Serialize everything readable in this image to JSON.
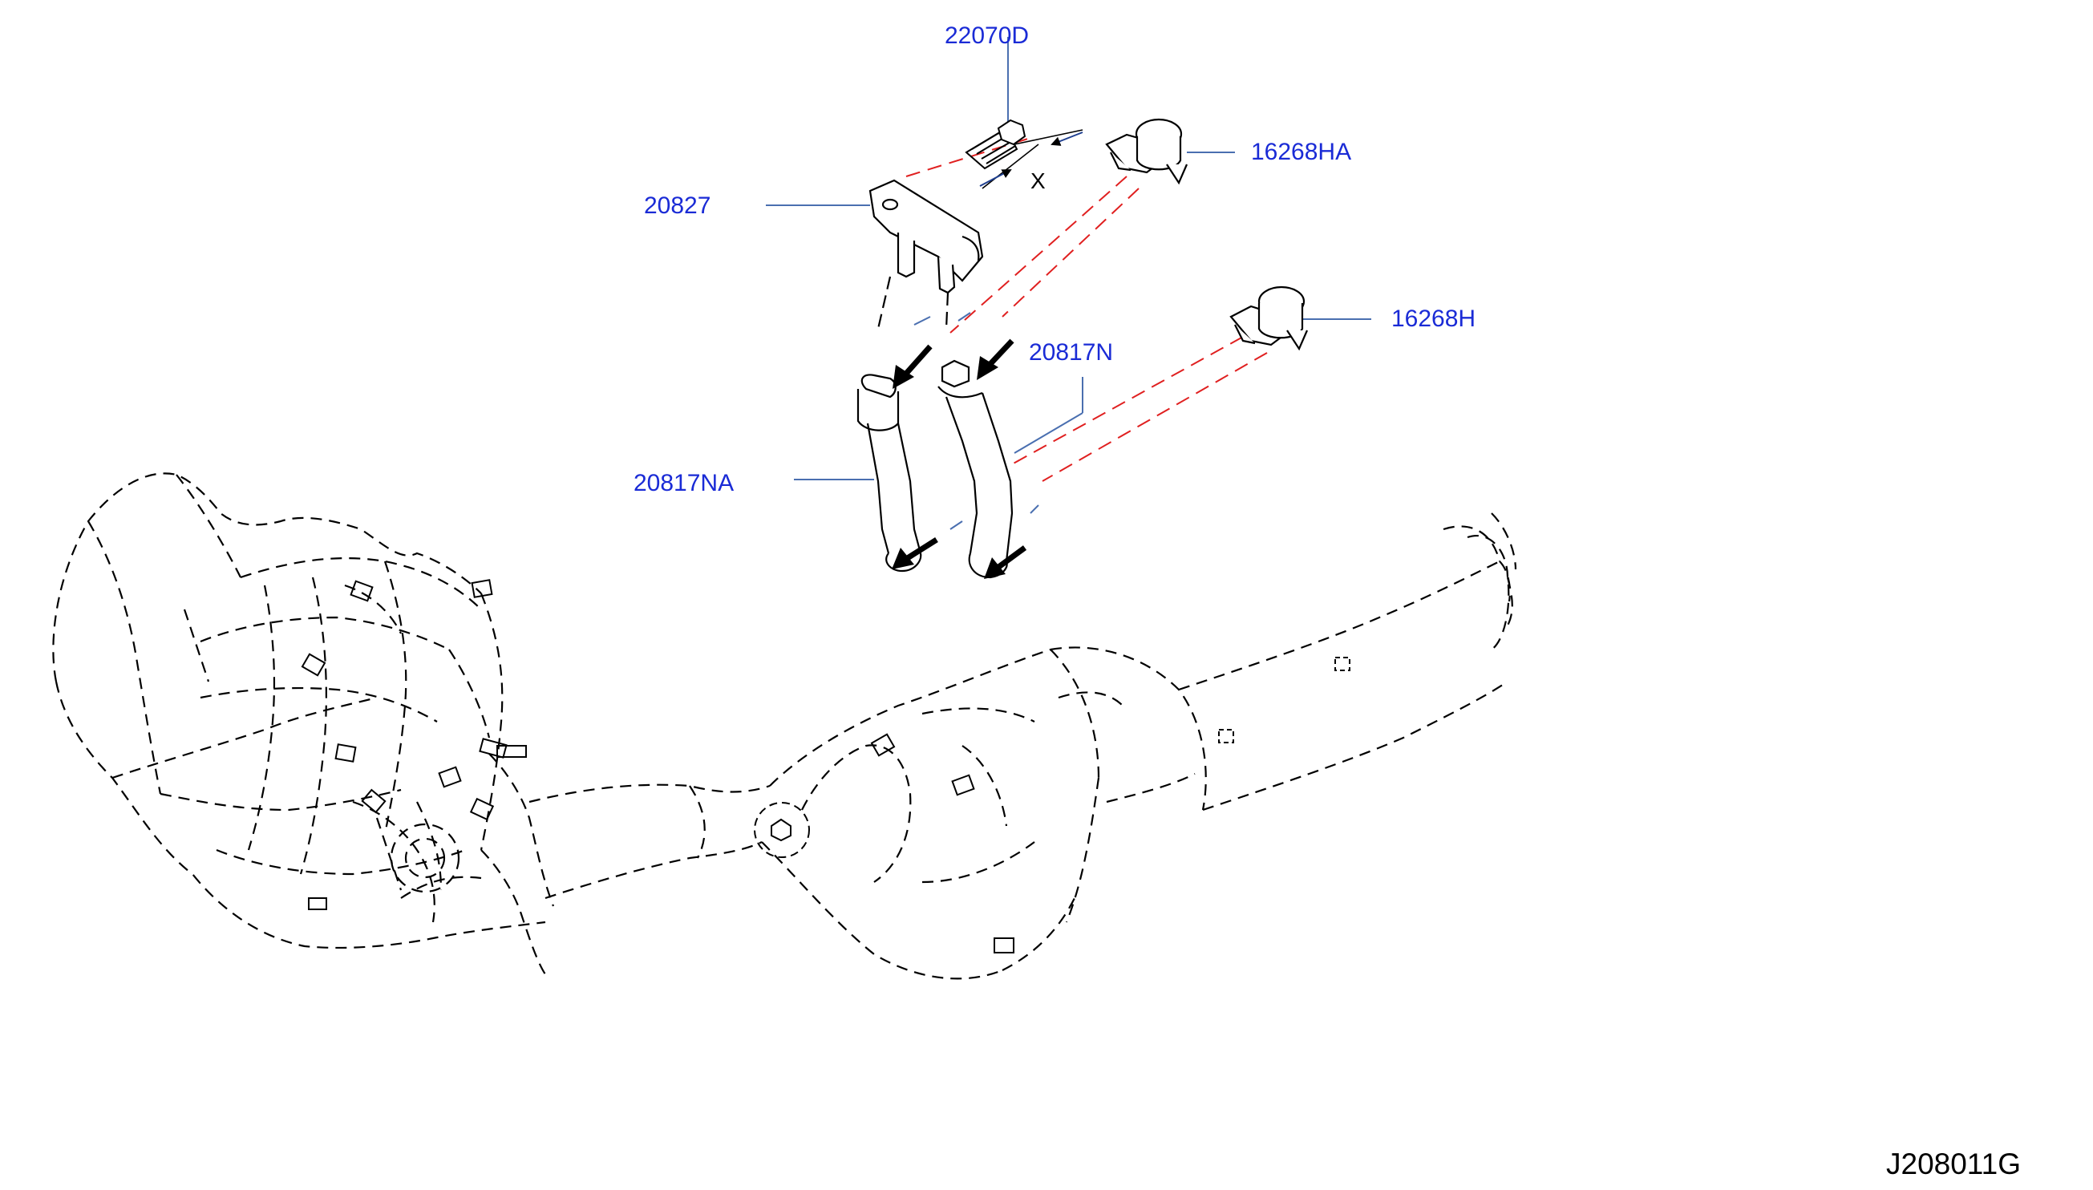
{
  "parts": [
    {
      "id": "bolt",
      "part_number": "22070D"
    },
    {
      "id": "sensor",
      "part_number": "20827"
    },
    {
      "id": "clamp-upper",
      "part_number": "16268HA"
    },
    {
      "id": "clamp-lower",
      "part_number": "16268H"
    },
    {
      "id": "hose-right",
      "part_number": "20817N"
    },
    {
      "id": "hose-left",
      "part_number": "20817NA"
    }
  ],
  "dimension_label": "X",
  "diagram_code": "J208011G",
  "colors": {
    "callout_text": "#1a2bd6",
    "leader_line": "#4a6fb0",
    "install_line": "#e02020",
    "outline": "#000000",
    "background": "#ffffff"
  }
}
